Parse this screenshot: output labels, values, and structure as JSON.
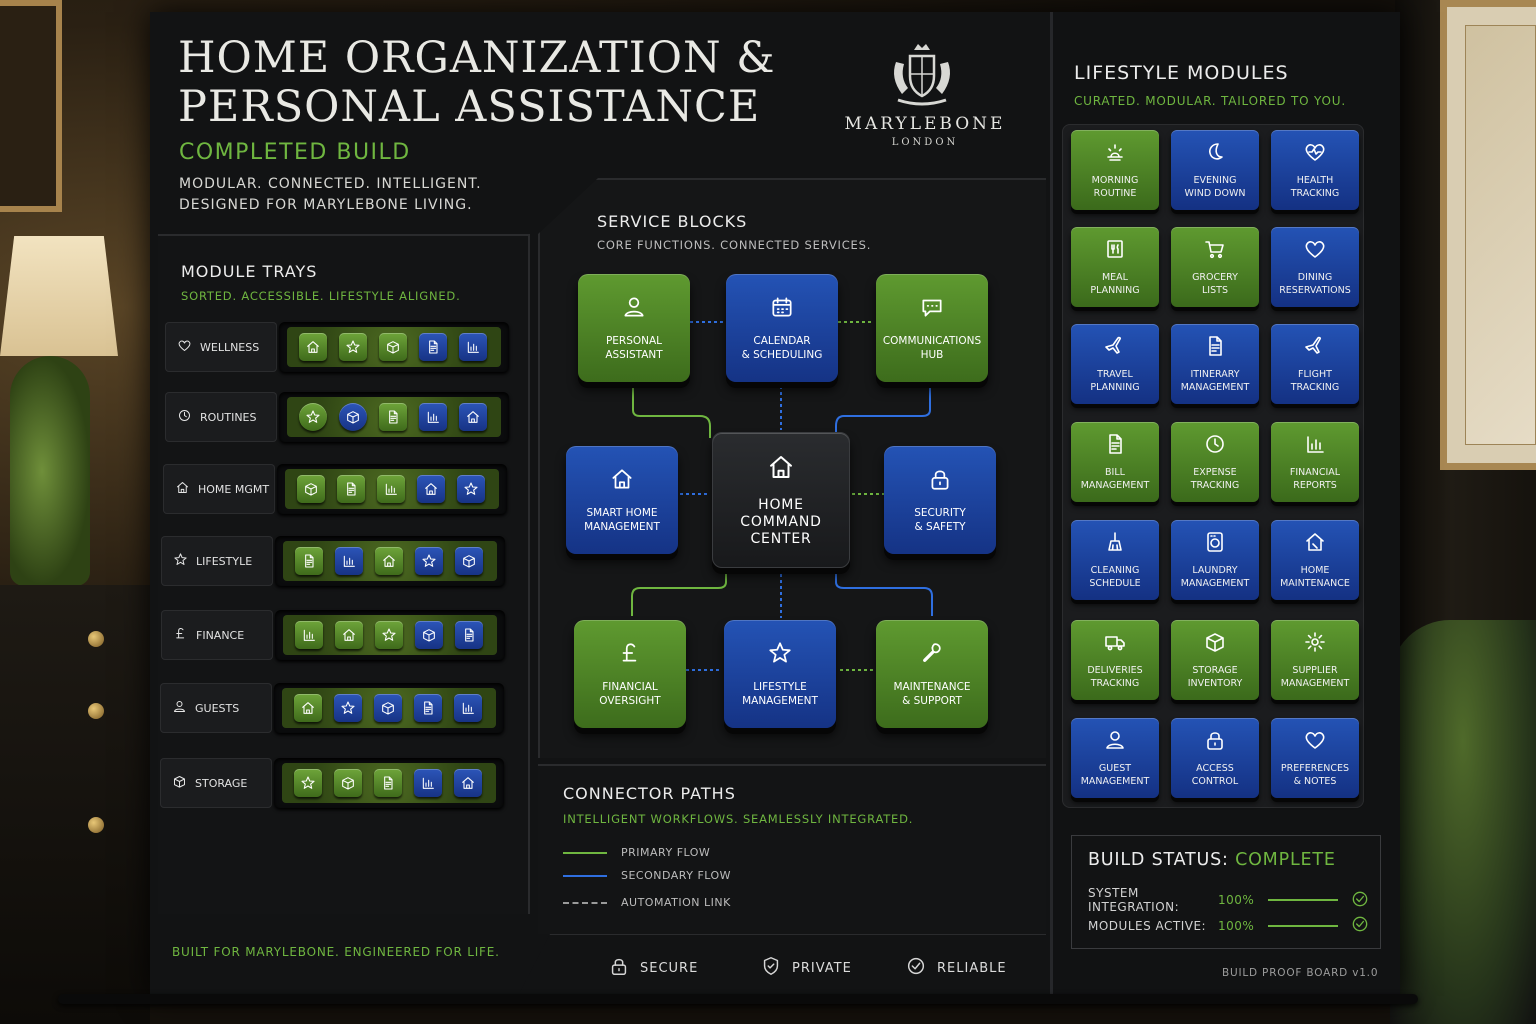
{
  "header": {
    "title": "HOME ORGANIZATION &\nPERSONAL ASSISTANCE",
    "status": "COMPLETED BUILD",
    "tagline": "MODULAR. CONNECTED. INTELLIGENT.\nDESIGNED FOR MARYLEBONE LIVING.",
    "brand_name": "MARYLEBONE",
    "brand_location": "LONDON"
  },
  "module_trays": {
    "title": "MODULE TRAYS",
    "subtitle": "SORTED. ACCESSIBLE. LIFESTYLE ALIGNED.",
    "rows": [
      {
        "label": "WELLNESS",
        "icon": "heart-icon",
        "chips": [
          "g",
          "g",
          "g",
          "b",
          "b"
        ]
      },
      {
        "label": "ROUTINES",
        "icon": "clock-icon",
        "chips": [
          "g-round",
          "b-round",
          "g",
          "b",
          "b"
        ]
      },
      {
        "label": "HOME MGMT",
        "icon": "home-icon",
        "chips": [
          "g",
          "g",
          "g",
          "b",
          "b"
        ]
      },
      {
        "label": "LIFESTYLE",
        "icon": "star-icon",
        "chips": [
          "g",
          "b",
          "g",
          "b",
          "b"
        ]
      },
      {
        "label": "FINANCE",
        "icon": "pound-icon",
        "chips": [
          "g",
          "g",
          "g",
          "b",
          "b"
        ]
      },
      {
        "label": "GUESTS",
        "icon": "user-icon",
        "chips": [
          "g",
          "b",
          "b",
          "b",
          "b"
        ]
      },
      {
        "label": "STORAGE",
        "icon": "box-icon",
        "chips": [
          "g",
          "g",
          "g",
          "b",
          "b"
        ]
      }
    ]
  },
  "service_blocks": {
    "title": "SERVICE BLOCKS",
    "subtitle": "CORE FUNCTIONS. CONNECTED SERVICES.",
    "blocks": [
      {
        "id": "personal-assistant",
        "label": "PERSONAL\nASSISTANT",
        "color": "green",
        "icon": "user-icon"
      },
      {
        "id": "calendar",
        "label": "CALENDAR\n& SCHEDULING",
        "color": "blue",
        "icon": "calendar-icon"
      },
      {
        "id": "communications",
        "label": "COMMUNICATIONS\nHUB",
        "color": "green",
        "icon": "chat-icon"
      },
      {
        "id": "smart-home",
        "label": "SMART HOME\nMANAGEMENT",
        "color": "blue",
        "icon": "home-icon"
      },
      {
        "id": "command-center",
        "label": "HOME\nCOMMAND\nCENTER",
        "color": "dark",
        "icon": "home-icon"
      },
      {
        "id": "security",
        "label": "SECURITY\n& SAFETY",
        "color": "blue",
        "icon": "lock-icon"
      },
      {
        "id": "financial",
        "label": "FINANCIAL\nOVERSIGHT",
        "color": "green",
        "icon": "pound-icon"
      },
      {
        "id": "lifestyle",
        "label": "LIFESTYLE\nMANAGEMENT",
        "color": "blue",
        "icon": "star-icon"
      },
      {
        "id": "maintenance",
        "label": "MAINTENANCE\n& SUPPORT",
        "color": "green",
        "icon": "wrench-icon"
      }
    ]
  },
  "connector_paths": {
    "title": "CONNECTOR PATHS",
    "subtitle": "INTELLIGENT WORKFLOWS. SEAMLESSLY INTEGRATED.",
    "legend": [
      {
        "label": "PRIMARY FLOW",
        "color": "#6fb640",
        "style": "solid"
      },
      {
        "label": "SECONDARY FLOW",
        "color": "#2f6fe0",
        "style": "solid"
      },
      {
        "label": "AUTOMATION LINK",
        "color": "#9a9a9a",
        "style": "dashed"
      }
    ]
  },
  "footer": {
    "left": "BUILT FOR MARYLEBONE. ENGINEERED FOR LIFE.",
    "badges": [
      {
        "label": "SECURE",
        "icon": "lock-icon"
      },
      {
        "label": "PRIVATE",
        "icon": "shield-icon"
      },
      {
        "label": "RELIABLE",
        "icon": "check-circle-icon"
      }
    ]
  },
  "lifestyle_modules": {
    "title": "LIFESTYLE MODULES",
    "subtitle": "CURATED. MODULAR. TAILORED TO YOU.",
    "modules": [
      {
        "label": "MORNING\nROUTINE",
        "color": "green",
        "icon": "sunrise-icon"
      },
      {
        "label": "EVENING\nWIND DOWN",
        "color": "blue",
        "icon": "moon-icon"
      },
      {
        "label": "HEALTH\nTRACKING",
        "color": "blue",
        "icon": "heart-pulse-icon"
      },
      {
        "label": "MEAL\nPLANNING",
        "color": "green",
        "icon": "menu-icon"
      },
      {
        "label": "GROCERY\nLISTS",
        "color": "green",
        "icon": "cart-icon"
      },
      {
        "label": "DINING\nRESERVATIONS",
        "color": "blue",
        "icon": "heart-icon"
      },
      {
        "label": "TRAVEL\nPLANNING",
        "color": "blue",
        "icon": "plane-icon"
      },
      {
        "label": "ITINERARY\nMANAGEMENT",
        "color": "blue",
        "icon": "document-icon"
      },
      {
        "label": "FLIGHT\nTRACKING",
        "color": "blue",
        "icon": "plane-icon"
      },
      {
        "label": "BILL\nMANAGEMENT",
        "color": "green",
        "icon": "document-icon"
      },
      {
        "label": "EXPENSE\nTRACKING",
        "color": "green",
        "icon": "clock-icon"
      },
      {
        "label": "FINANCIAL\nREPORTS",
        "color": "green",
        "icon": "chart-icon"
      },
      {
        "label": "CLEANING\nSCHEDULE",
        "color": "blue",
        "icon": "broom-icon"
      },
      {
        "label": "LAUNDRY\nMANAGEMENT",
        "color": "blue",
        "icon": "washer-icon"
      },
      {
        "label": "HOME\nMAINTENANCE",
        "color": "blue",
        "icon": "home-tool-icon"
      },
      {
        "label": "DELIVERIES\nTRACKING",
        "color": "green",
        "icon": "truck-icon"
      },
      {
        "label": "STORAGE\nINVENTORY",
        "color": "green",
        "icon": "box-icon"
      },
      {
        "label": "SUPPLIER\nMANAGEMENT",
        "color": "green",
        "icon": "gear-icon"
      },
      {
        "label": "GUEST\nMANAGEMENT",
        "color": "blue",
        "icon": "user-icon"
      },
      {
        "label": "ACCESS\nCONTROL",
        "color": "blue",
        "icon": "lock-icon"
      },
      {
        "label": "PREFERENCES\n& NOTES",
        "color": "blue",
        "icon": "heart-icon"
      }
    ]
  },
  "build_status": {
    "title": "BUILD STATUS:",
    "value": "COMPLETE",
    "rows": [
      {
        "label": "SYSTEM INTEGRATION:",
        "value": "100%"
      },
      {
        "label": "MODULES ACTIVE:",
        "value": "100%"
      }
    ],
    "proof_label": "BUILD PROOF BOARD  v1.0"
  },
  "colors": {
    "accent_green": "#6fb640",
    "accent_blue": "#2f6fe0",
    "board": "#121314"
  }
}
